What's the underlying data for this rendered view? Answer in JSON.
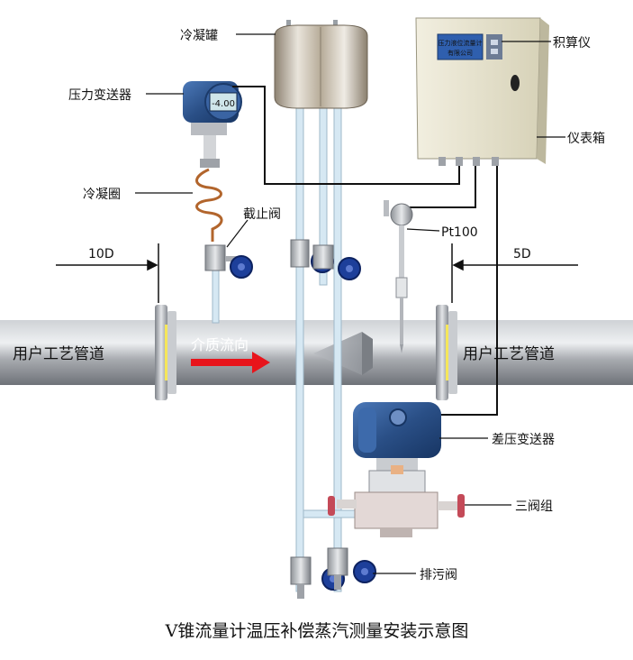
{
  "labels": {
    "condensing_tank": "冷凝罐",
    "pressure_transmitter": "压力变送器",
    "condensing_coil": "冷凝圈",
    "stop_valve": "截止阀",
    "flow_computer": "积算仪",
    "instrument_box": "仪表箱",
    "pt100": "Pt100",
    "upstream_distance": "10D",
    "downstream_distance": "5D",
    "pipe_left": "用户工艺管道",
    "pipe_right": "用户工艺管道",
    "flow_direction": "介质流向",
    "dp_transmitter": "差压变送器",
    "three_valve_manifold": "三阀组",
    "drain_valve": "排污阀"
  },
  "display": {
    "pressure_reading": "-4.00",
    "box_screen_text": "压力液位流量计",
    "box_screen_text2": "有限公司"
  },
  "title": "V锥流量计温压补偿蒸汽测量安装示意图",
  "colors": {
    "pipe": "#a9acb1",
    "flow_arrow": "#e8141b",
    "transmitter_blue": "#2a4f86",
    "valve_handle": "#1d3f9a",
    "box": "#e5e1c9",
    "impulse_line": "#cfe3f0"
  }
}
